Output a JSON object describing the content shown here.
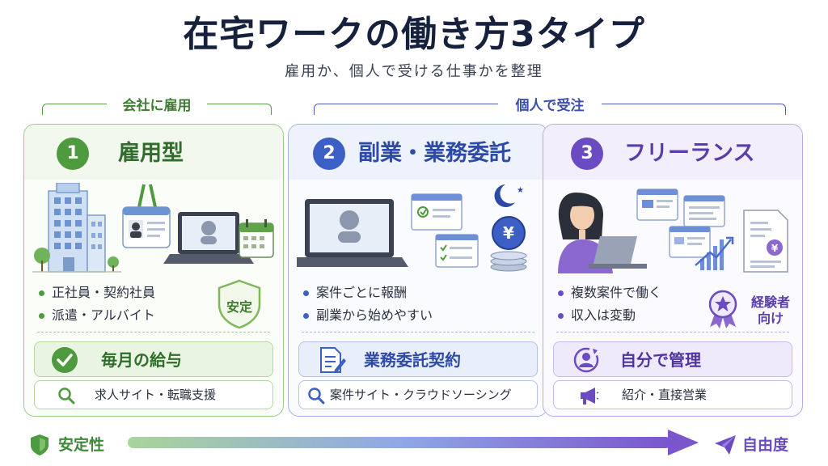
{
  "title": "在宅ワークの働き方3タイプ",
  "subtitle": "雇用か、個人で受ける仕事かを整理",
  "groups": {
    "company": "会社に雇用",
    "individual": "個人で受注"
  },
  "colors": {
    "green": "#4e9a3e",
    "blue": "#3b5fc4",
    "purple": "#6b4bc1"
  },
  "cards": [
    {
      "number": "1",
      "title": "雇用型",
      "bullets": [
        "正社員・契約社員",
        "派遣・アルバイト"
      ],
      "badge": "安定",
      "highlight": "毎月の給与",
      "highlight_icon": "check-circle-icon",
      "search": "求人サイト・転職支援",
      "search_icon": "search-icon"
    },
    {
      "number": "2",
      "title": "副業・業務委託",
      "bullets": [
        "案件ごとに報酬",
        "副業から始めやすい"
      ],
      "highlight": "業務委託契約",
      "highlight_icon": "contract-document-icon",
      "search": "案件サイト・クラウドソーシング",
      "search_icon": "search-icon"
    },
    {
      "number": "3",
      "title": "フリーランス",
      "bullets": [
        "複数案件で働く",
        "収入は変動"
      ],
      "badge": "経験者\n向け",
      "badge_line1": "経験者",
      "badge_line2": "向け",
      "highlight": "自分で管理",
      "highlight_icon": "self-manage-icon",
      "search": "紹介・直接営業",
      "search_icon": "megaphone-icon"
    }
  ],
  "scale": {
    "left": "安定性",
    "right": "自由度"
  }
}
